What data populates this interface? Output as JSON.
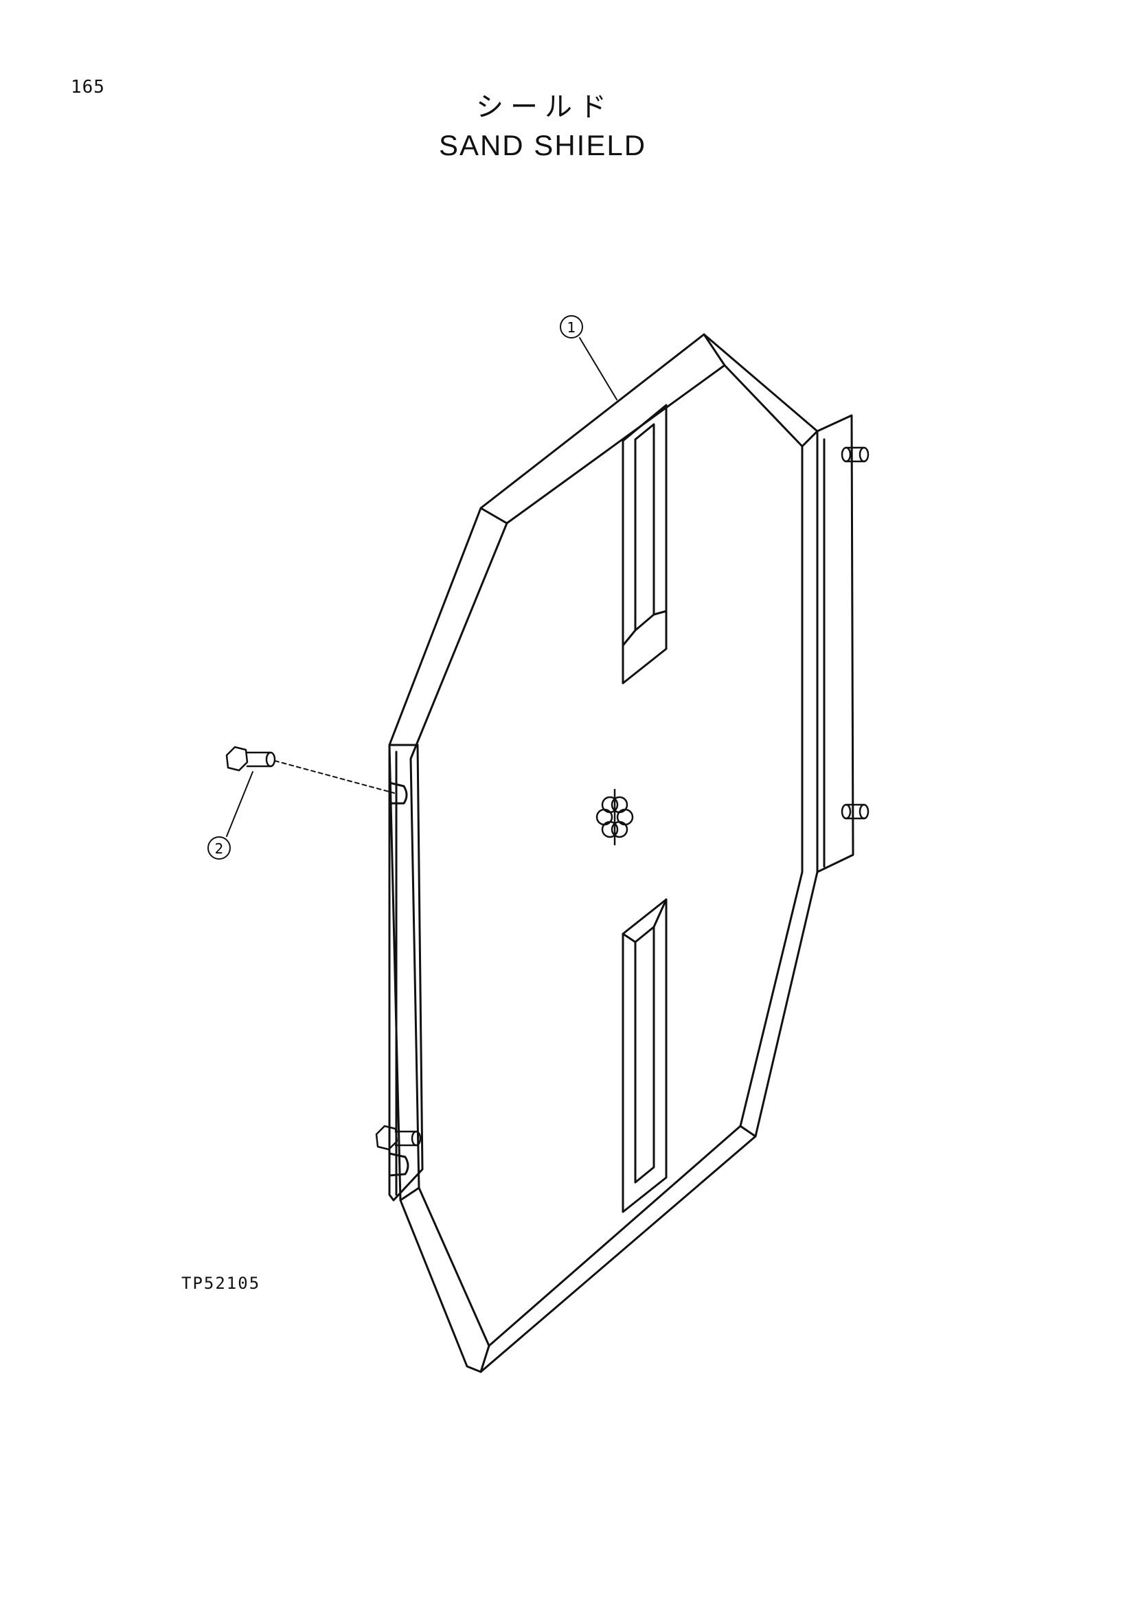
{
  "page": {
    "number": "165",
    "title_jp": "シールド",
    "title_en": "SAND SHIELD",
    "drawing_code": "TP52105"
  },
  "callouts": [
    {
      "id": "1",
      "label": "1",
      "part": "shield-plate"
    },
    {
      "id": "2",
      "label": "2",
      "part": "bolt"
    }
  ],
  "colors": {
    "line": "#111111",
    "background": "#ffffff"
  }
}
